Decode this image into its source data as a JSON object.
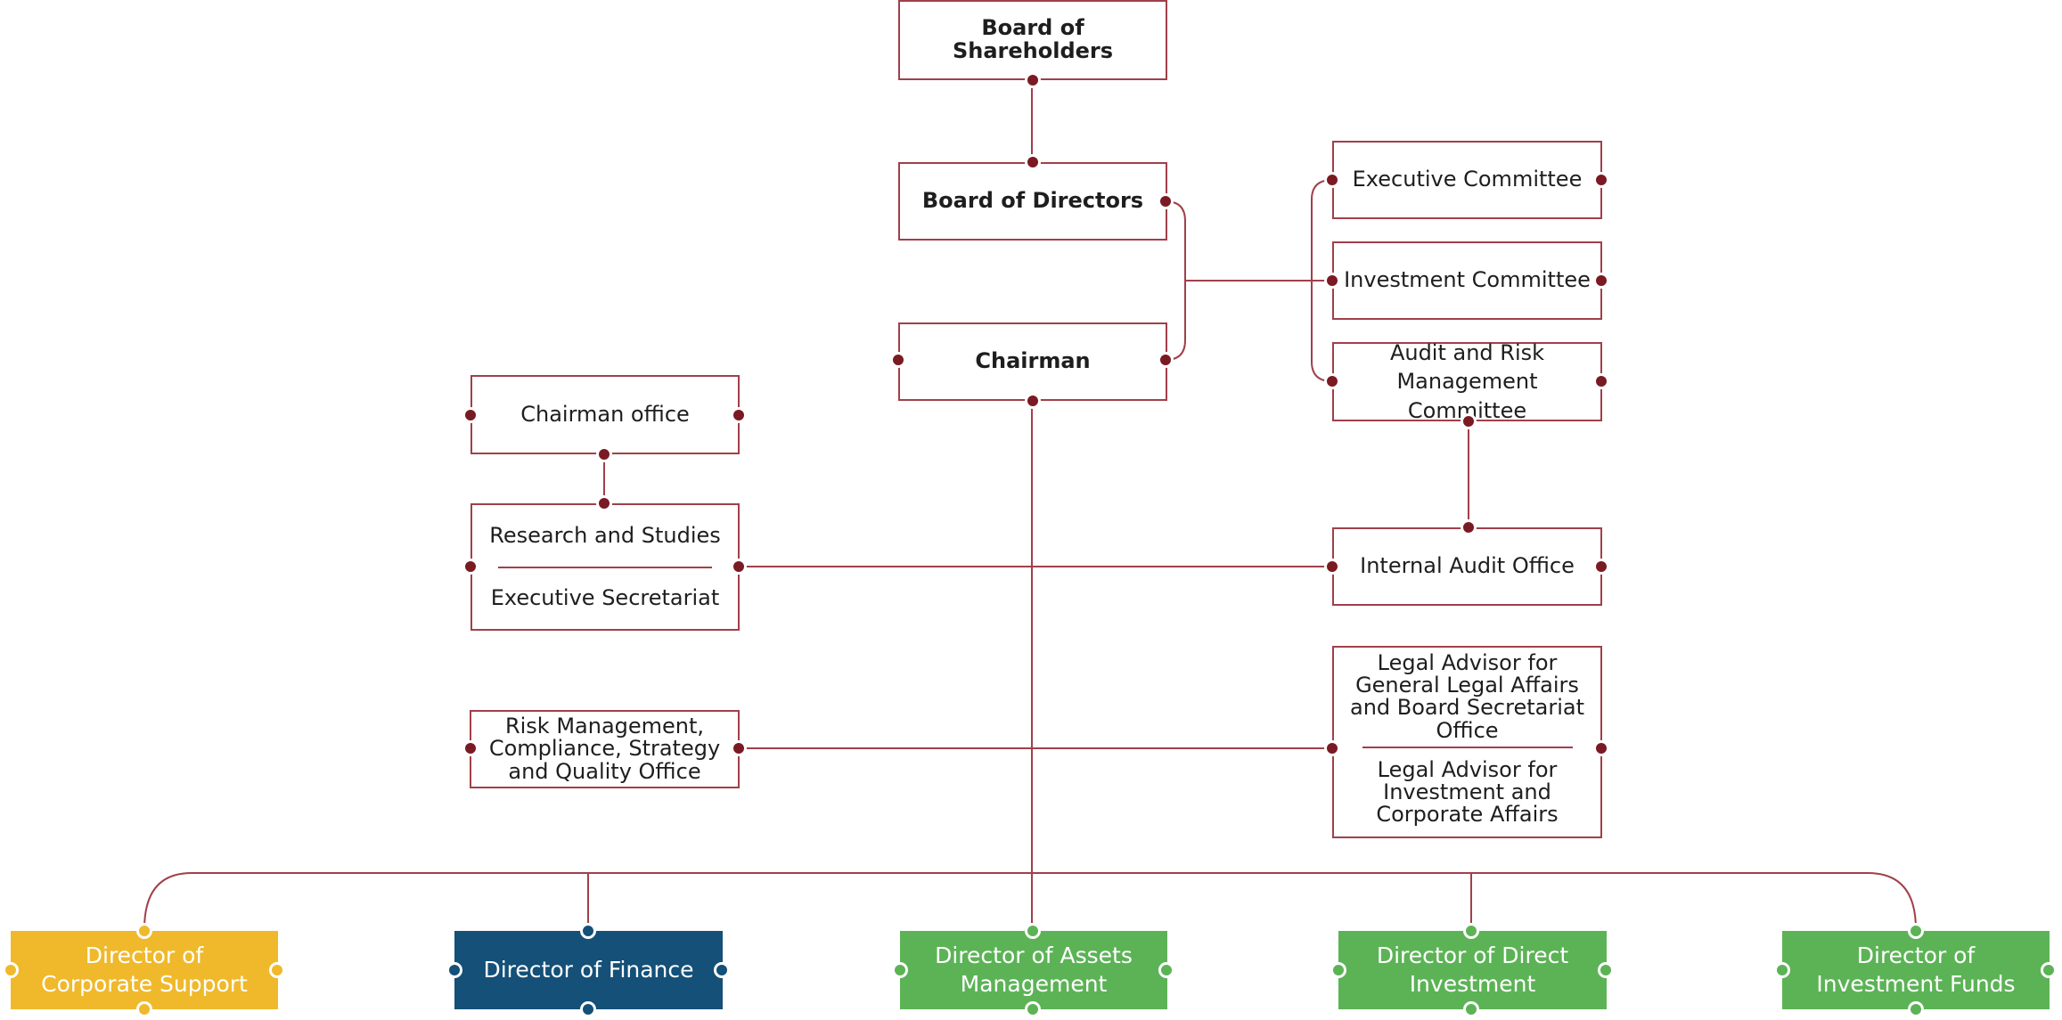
{
  "colors": {
    "line": "#a0404a",
    "dot": "#7a1a22",
    "corporate_support": "#f0b92b",
    "finance": "#145078",
    "green": "#5cb356"
  },
  "boxes": {
    "shareholders": "Board of Shareholders",
    "directors": "Board of Directors",
    "chairman": "Chairman",
    "executive_committee": "Executive Committee",
    "investment_committee": "Investment Committee",
    "audit_risk_committee": "Audit and Risk Management Committee",
    "chairman_office": "Chairman office",
    "research": "Research and Studies",
    "exec_secretariat": "Executive Secretariat",
    "internal_audit": "Internal Audit Office",
    "risk_office": "Risk Management, Compliance, Strategy and Quality Office",
    "legal_general": "Legal Advisor for General Legal Affairs and Board Secretariat Office",
    "legal_investment": "Legal Advisor for Investment and Corporate Affairs"
  },
  "directors": {
    "corporate_support": "Director of Corporate Support",
    "finance": "Director of Finance",
    "assets": "Director of Assets Management",
    "direct_investment": "Director of Direct Investment",
    "investment_funds": "Director of Investment Funds"
  }
}
